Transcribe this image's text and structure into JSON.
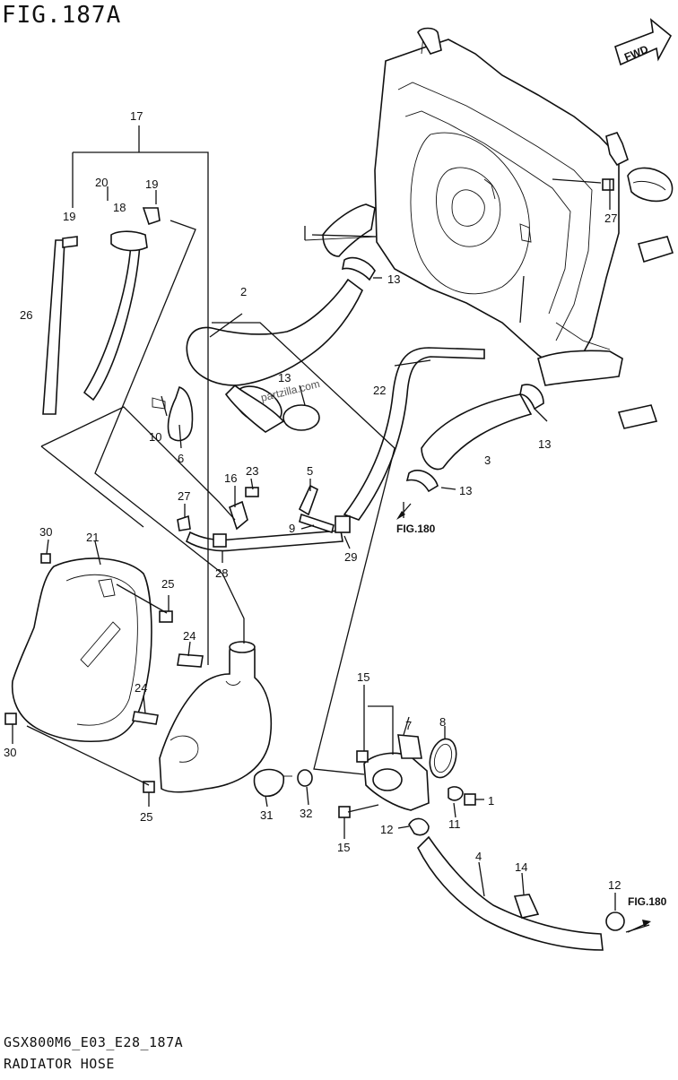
{
  "figure": {
    "title": "FIG.187A",
    "code": "GSX800M6_E03_E28_187A",
    "name": "RADIATOR HOSE"
  },
  "watermark": "partzilla.com",
  "fwd_label": "FWD",
  "references": [
    {
      "id": "fig180-a",
      "text": "FIG.180"
    },
    {
      "id": "fig180-b",
      "text": "FIG.180"
    }
  ],
  "callouts": [
    {
      "id": "c17",
      "num": "17"
    },
    {
      "id": "c20",
      "num": "20"
    },
    {
      "id": "c19a",
      "num": "19"
    },
    {
      "id": "c18",
      "num": "18"
    },
    {
      "id": "c19b",
      "num": "19"
    },
    {
      "id": "c26",
      "num": "26"
    },
    {
      "id": "c2",
      "num": "2"
    },
    {
      "id": "c13a",
      "num": "13"
    },
    {
      "id": "c13b",
      "num": "13"
    },
    {
      "id": "c27a",
      "num": "27"
    },
    {
      "id": "c22",
      "num": "22"
    },
    {
      "id": "c13c",
      "num": "13"
    },
    {
      "id": "c3",
      "num": "3"
    },
    {
      "id": "c13d",
      "num": "13"
    },
    {
      "id": "c10",
      "num": "10"
    },
    {
      "id": "c6",
      "num": "6"
    },
    {
      "id": "c16",
      "num": "16"
    },
    {
      "id": "c23",
      "num": "23"
    },
    {
      "id": "c5",
      "num": "5"
    },
    {
      "id": "c9",
      "num": "9"
    },
    {
      "id": "c29",
      "num": "29"
    },
    {
      "id": "c27b",
      "num": "27"
    },
    {
      "id": "c28",
      "num": "28"
    },
    {
      "id": "c30a",
      "num": "30"
    },
    {
      "id": "c21",
      "num": "21"
    },
    {
      "id": "c25a",
      "num": "25"
    },
    {
      "id": "c24a",
      "num": "24"
    },
    {
      "id": "c24b",
      "num": "24"
    },
    {
      "id": "c30b",
      "num": "30"
    },
    {
      "id": "c25b",
      "num": "25"
    },
    {
      "id": "c31",
      "num": "31"
    },
    {
      "id": "c32",
      "num": "32"
    },
    {
      "id": "c15a",
      "num": "15"
    },
    {
      "id": "c7",
      "num": "7"
    },
    {
      "id": "c8",
      "num": "8"
    },
    {
      "id": "c1",
      "num": "1"
    },
    {
      "id": "c11",
      "num": "11"
    },
    {
      "id": "c12a",
      "num": "12"
    },
    {
      "id": "c15b",
      "num": "15"
    },
    {
      "id": "c4",
      "num": "4"
    },
    {
      "id": "c14",
      "num": "14"
    },
    {
      "id": "c12b",
      "num": "12"
    }
  ]
}
